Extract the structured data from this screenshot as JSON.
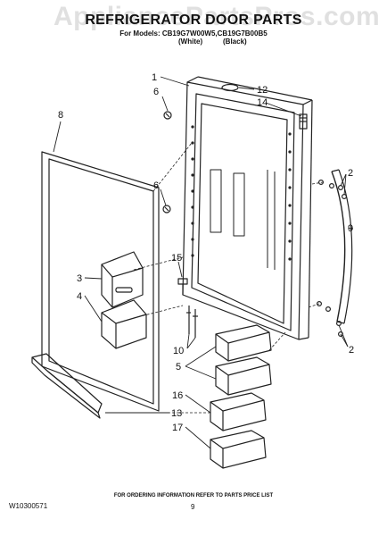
{
  "watermark": "AppliancePartsPros.com",
  "title": "REFRIGERATOR DOOR PARTS",
  "models_line": "For Models: CB19G7W00W5,CB19G7B00B5",
  "color_white": "(White)",
  "color_black": "(Black)",
  "callouts": {
    "c1": "1",
    "c12": "12",
    "c6a": "6",
    "c14": "14",
    "c8": "8",
    "c2a": "2",
    "c6b": "6",
    "c9": "9",
    "c15": "15",
    "c3": "3",
    "c4": "4",
    "c2b": "2",
    "c10": "10",
    "c5": "5",
    "c16": "16",
    "c13": "13",
    "c17": "17"
  },
  "footer_note": "FOR ORDERING INFORMATION REFER TO PARTS PRICE LIST",
  "doc_number": "W10300571",
  "page_number": "9"
}
